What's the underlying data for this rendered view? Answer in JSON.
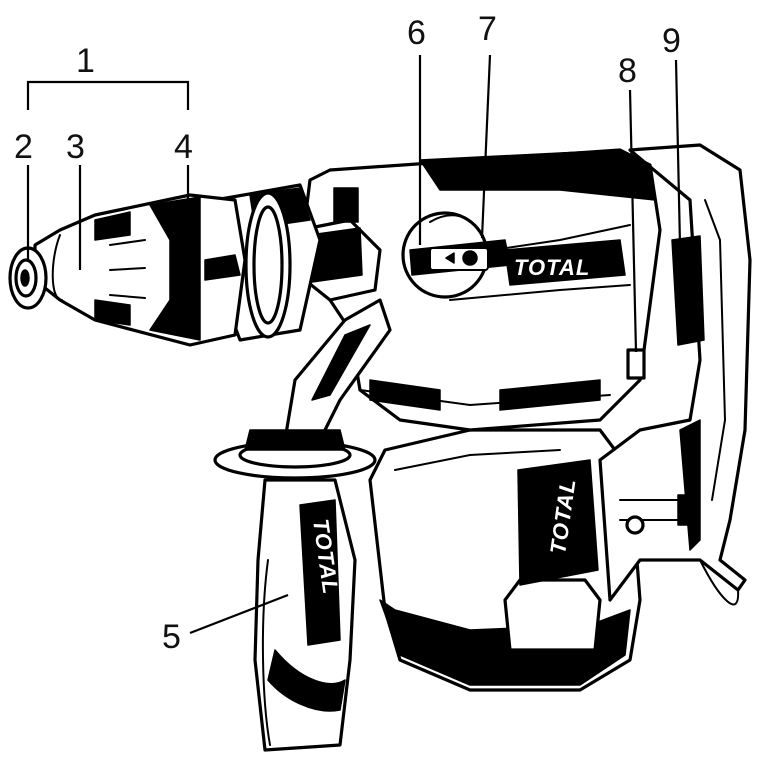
{
  "diagram": {
    "callouts": [
      "1",
      "2",
      "3",
      "4",
      "5",
      "6",
      "7",
      "8",
      "9"
    ],
    "brand_logo": "TOTAL",
    "brand_color": "#000000",
    "background": "#ffffff"
  }
}
